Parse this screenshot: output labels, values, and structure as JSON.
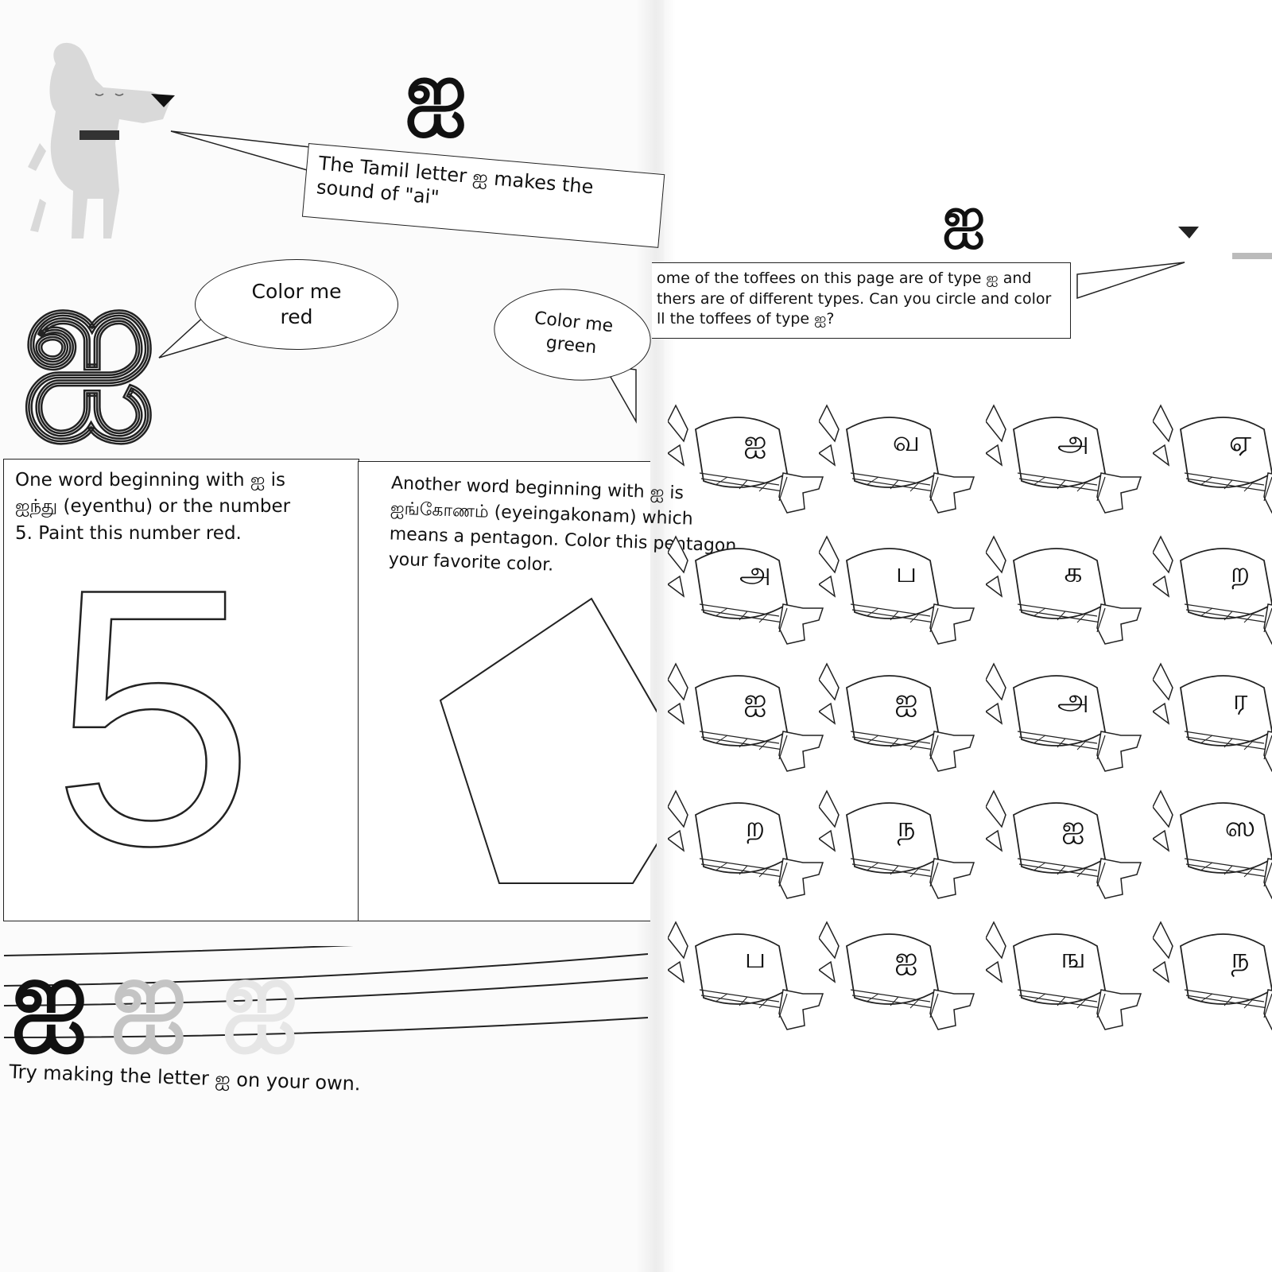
{
  "left_page": {
    "heading_letter": "ஐ",
    "intro_speech": "The Tamil letter ஐ makes the sound of \"ai\"",
    "outline_letter": "ஐ",
    "bubble_red": "Color me red",
    "bubble_green": "Color me green",
    "box1": {
      "line1": "One word beginning with ஐ is",
      "line2": "ஐந்து (eyenthu) or the number",
      "line3": "5. Paint  this number red.",
      "number": "5"
    },
    "box2": {
      "line1": "Another word beginning with ஐ is",
      "line2": "ஐங்கோணம் (eyeingakonam) which",
      "line3": "means a pentagon. Color this pentagon",
      "line4": "your favorite color."
    },
    "tracing": {
      "letters": [
        "ஐ",
        "ஐ",
        "ஐ"
      ],
      "instruction": "Try making the letter ஐ on your own."
    }
  },
  "right_page": {
    "heading_letter": "ஐ",
    "speech_line1": "ome of the toffees on this page are of type ஐ and",
    "speech_line2": "thers are of different types. Can you circle and color",
    "speech_line3": "ll the toffees of type ஐ?",
    "toffees": [
      [
        "ஐ",
        "வ",
        "அ",
        "ஏ"
      ],
      [
        "அ",
        "ப",
        "க",
        "ற"
      ],
      [
        "ஐ",
        "ஐ",
        "அ",
        "ர"
      ],
      [
        "ற",
        "ந",
        "ஐ",
        "ஸ"
      ],
      [
        "ப",
        "ஐ",
        "ங",
        "ந"
      ]
    ]
  }
}
